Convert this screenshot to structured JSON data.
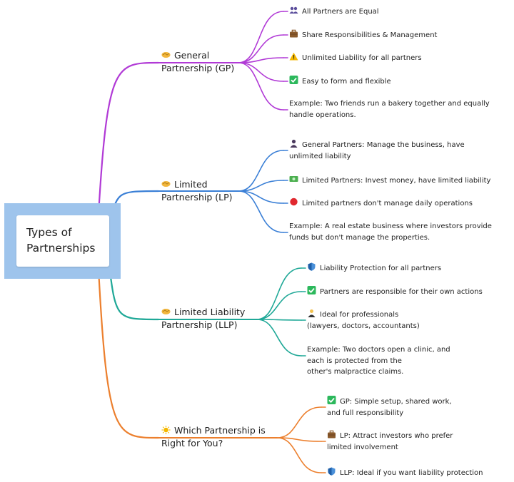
{
  "root": {
    "title": "Types of\nPartnerships",
    "color": "#9ec4ec"
  },
  "branches": [
    {
      "id": "gp",
      "color": "#b13ad6",
      "icon": "handshake-icon",
      "title": "General\nPartnership (GP)",
      "items": [
        {
          "icon": "people-icon",
          "text": "All Partners are Equal"
        },
        {
          "icon": "briefcase-icon",
          "text": "Share Responsibilities & Management"
        },
        {
          "icon": "warning-icon",
          "text": "Unlimited Liability for all partners"
        },
        {
          "icon": "check-icon",
          "text": "Easy to form and flexible"
        },
        {
          "icon": "",
          "text": "Example: Two friends run a bakery together and equally\nhandle operations."
        }
      ]
    },
    {
      "id": "lp",
      "color": "#3a7fd6",
      "icon": "handshake-icon",
      "title": "Limited\nPartnership (LP)",
      "items": [
        {
          "icon": "person-icon",
          "text": "General Partners: Manage the business, have\nunlimited liability"
        },
        {
          "icon": "money-icon",
          "text": "Limited Partners: Invest money, have limited liability"
        },
        {
          "icon": "red-circle-icon",
          "text": "Limited partners don't manage daily operations"
        },
        {
          "icon": "",
          "text": "Example: A real estate business where investors provide\nfunds but don't manage the properties."
        }
      ]
    },
    {
      "id": "llp",
      "color": "#1fa897",
      "icon": "handshake-icon",
      "title": "Limited Liability\nPartnership (LLP)",
      "items": [
        {
          "icon": "shield-icon",
          "text": "Liability Protection for all partners"
        },
        {
          "icon": "check-icon",
          "text": "Partners are responsible for their own actions"
        },
        {
          "icon": "professional-icon",
          "text": "Ideal for professionals\n(lawyers, doctors, accountants)"
        },
        {
          "icon": "",
          "text": "Example: Two doctors open a clinic, and\neach is protected from the\nother's malpractice claims."
        }
      ]
    },
    {
      "id": "which",
      "color": "#ec7f2d",
      "icon": "sun-icon",
      "title": "Which Partnership is\nRight for You?",
      "items": [
        {
          "icon": "check-icon",
          "text": "GP: Simple setup, shared work,\nand full responsibility"
        },
        {
          "icon": "briefcase-icon",
          "text": "LP: Attract investors who prefer\nlimited involvement"
        },
        {
          "icon": "shield-icon",
          "text": "LLP: Ideal if you want liability protection"
        }
      ]
    }
  ]
}
